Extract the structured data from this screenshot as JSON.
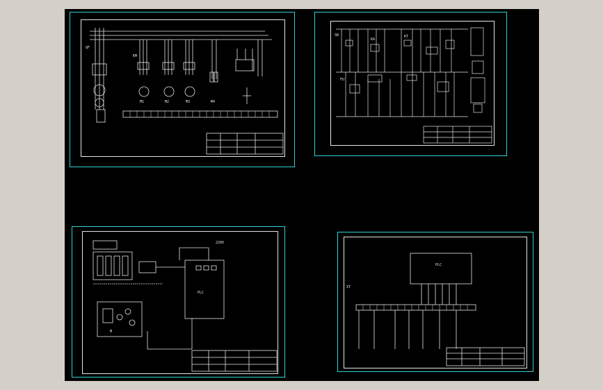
{
  "app": {
    "view": "cad-model-space",
    "background_color": "#000000",
    "frame_color": "#2fd3d3",
    "line_color": "#e6e6e6"
  },
  "drawings": [
    {
      "id": "sheet-1",
      "kind": "motor-power-circuit",
      "labels": [
        "QF",
        "KM",
        "M1",
        "M2",
        "M3",
        "M4"
      ]
    },
    {
      "id": "sheet-2",
      "kind": "control-circuit",
      "labels": [
        "SB",
        "KA",
        "KT",
        "FU"
      ]
    },
    {
      "id": "sheet-3",
      "kind": "equipment-layout",
      "labels": [
        "220V",
        "PLC",
        "M"
      ]
    },
    {
      "id": "sheet-4",
      "kind": "terminal-wiring",
      "labels": [
        "XT",
        "PLC"
      ]
    }
  ]
}
